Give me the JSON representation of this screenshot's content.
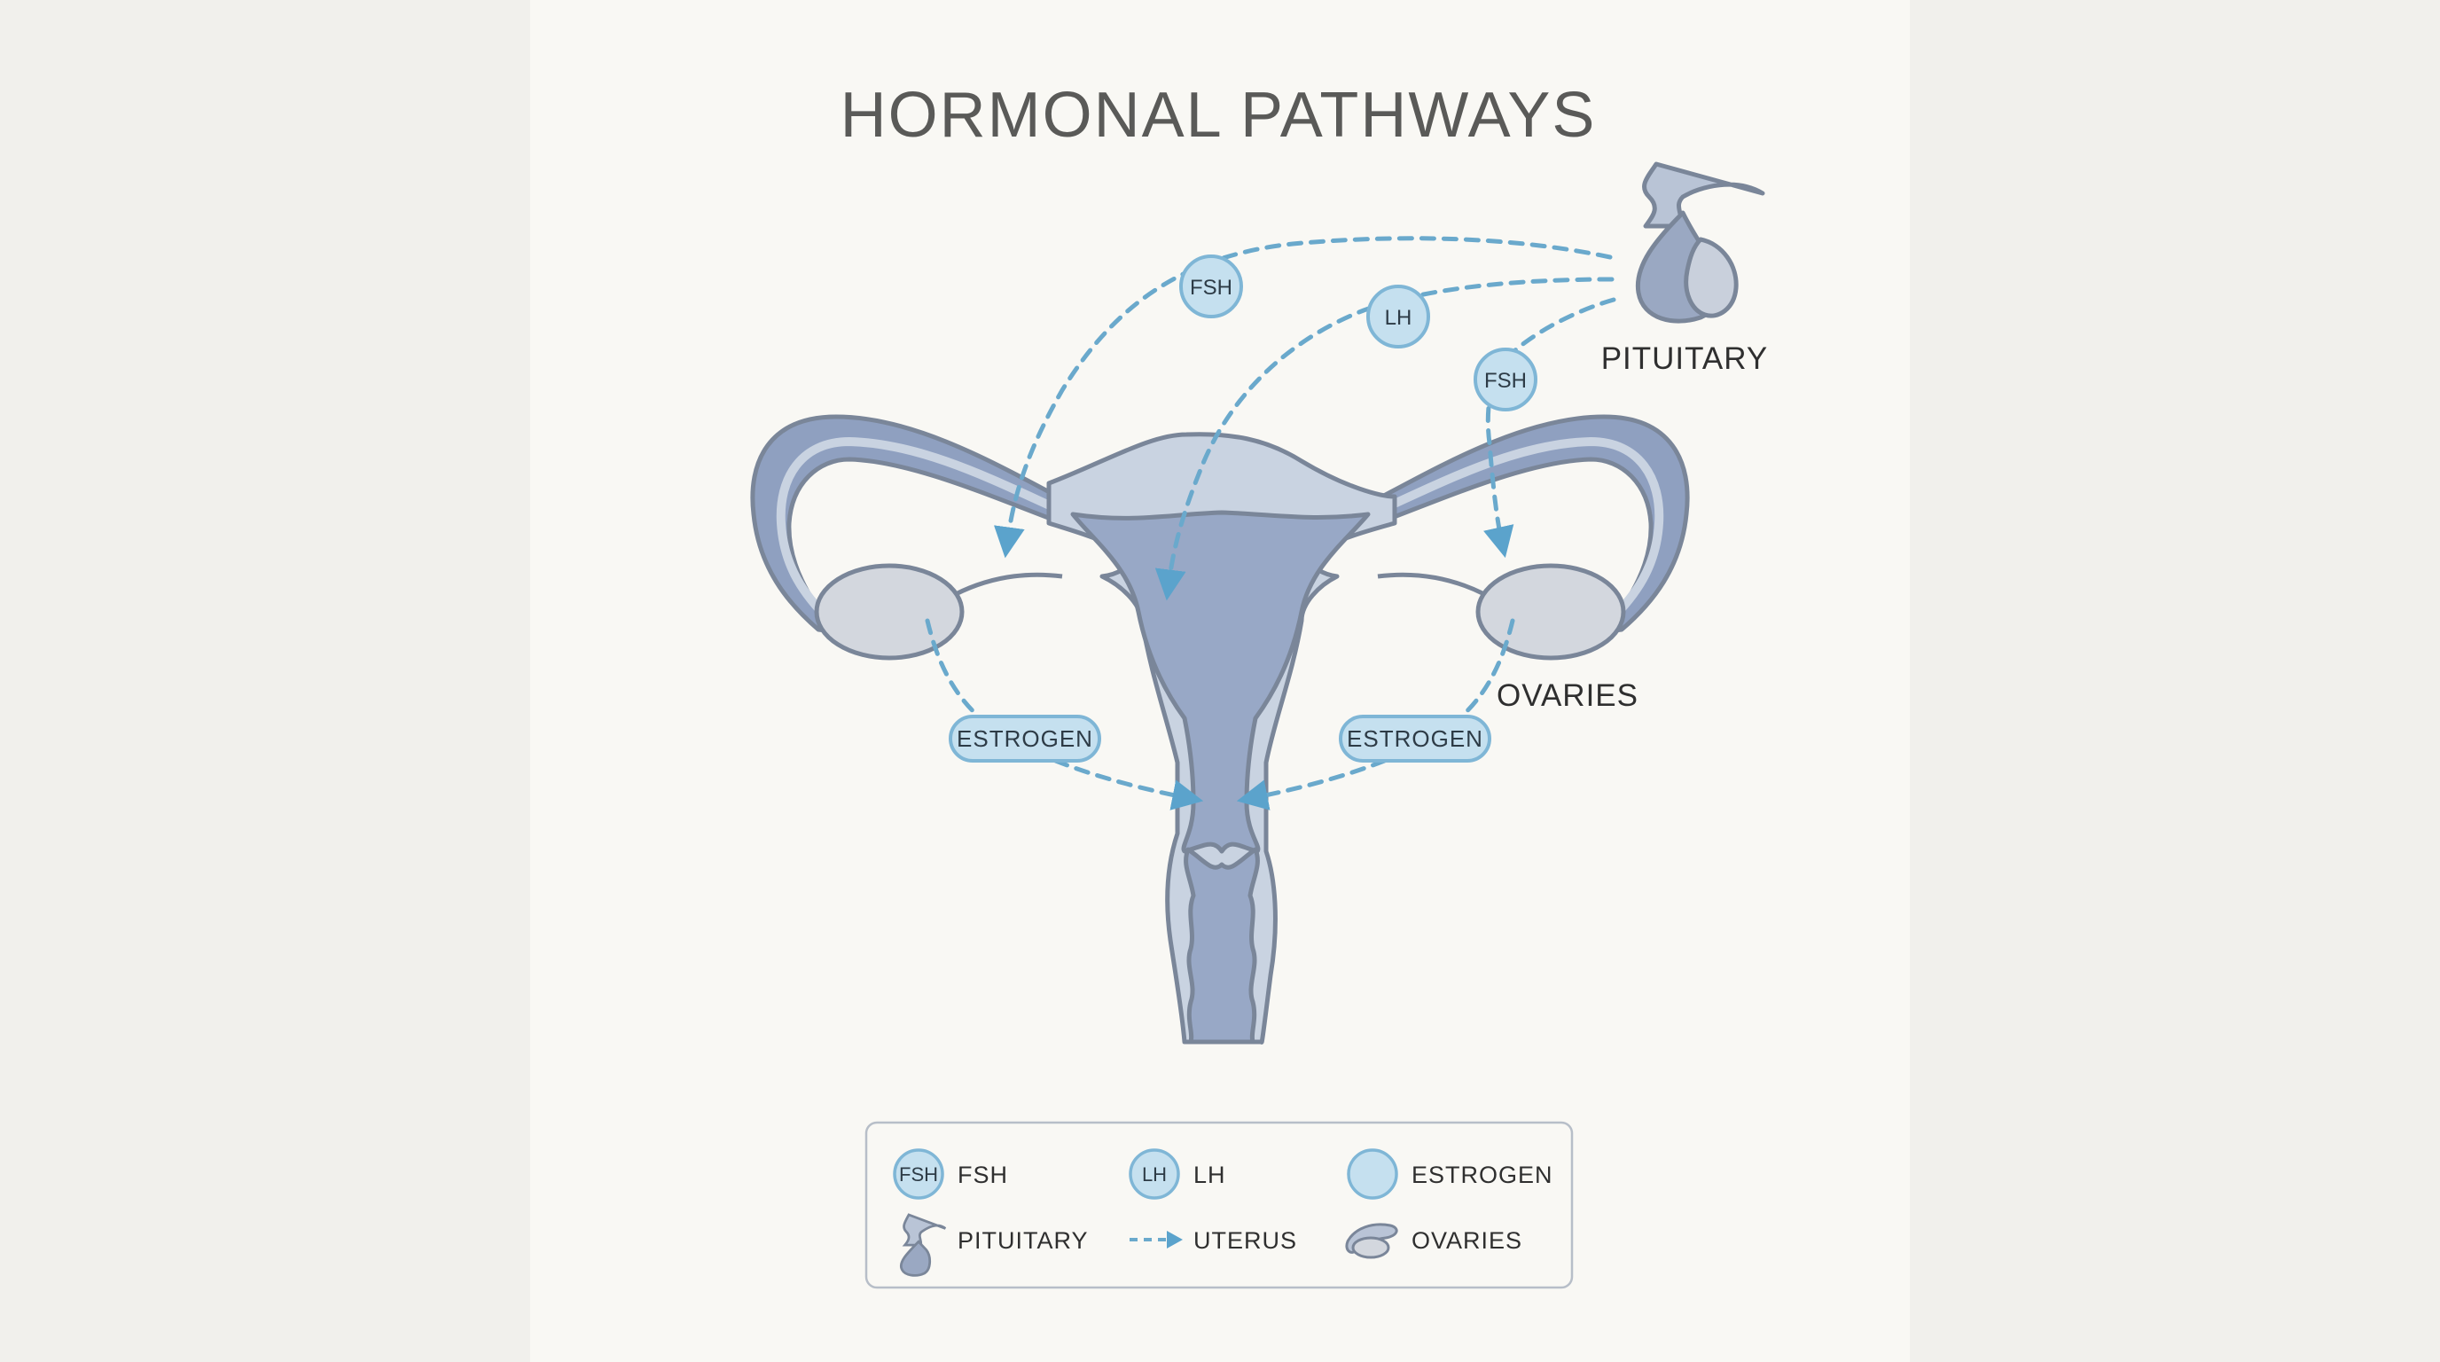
{
  "title": "HORMONAL PATHWAYS",
  "labels": {
    "pituitary": "PITUITARY",
    "ovaries": "OVARIES"
  },
  "hormones": {
    "fsh_left": "FSH",
    "lh": "LH",
    "fsh_right": "FSH",
    "estrogen_left": "ESTROGEN",
    "estrogen_right": "ESTROGEN"
  },
  "legend": {
    "fsh_badge": "FSH",
    "fsh": "FSH",
    "lh_badge": "LH",
    "lh": "LH",
    "estrogen": "ESTROGEN",
    "pituitary": "PITUITARY",
    "uterus": "UTERUS",
    "ovaries": "OVARIES"
  },
  "colors": {
    "hormone_fill": "#c5e0ef",
    "hormone_stroke": "#7fb6d6",
    "pathway": "#6aa9cc",
    "uterus_inner": "#98a8c6",
    "uterus_outer": "#c9d3e1",
    "ovary": "#d3d7de",
    "background": "#f9f8f4"
  },
  "icons": {
    "pituitary": "pituitary-icon",
    "uterus": "dashed-arrow-icon",
    "ovaries": "ovary-icon"
  }
}
